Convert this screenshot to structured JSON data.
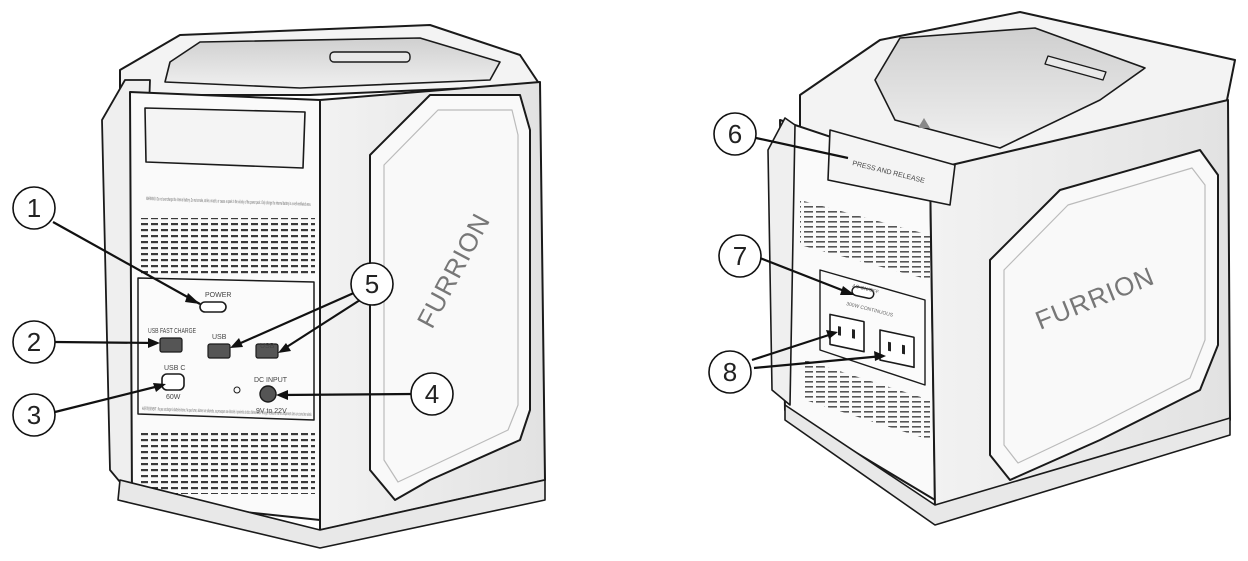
{
  "figure": {
    "callouts": [
      "1",
      "2",
      "3",
      "4",
      "5",
      "6",
      "7",
      "8"
    ],
    "unit_left": {
      "brand": "FURRION",
      "power_label": "POWER",
      "usb_fast_charge_label": "USB FAST CHARGE",
      "usb_label_1": "USB",
      "usb_label_2": "USB",
      "usb_c_label": "USB C",
      "usb_c_watt": "60W",
      "dc_input_label": "DC INPUT",
      "dc_input_range": "9V to 22V",
      "warning_text": "WARNING: Do not overcharge the internal battery. Do not smoke, strike a match, or cause a spark in the vicinity of the power pack. Only charge the internal battery in a well-ventilated area.",
      "avertissement_text": "AVERTISSEMENT : Ne pas surcharger la batterie interne. Ne pas fumer, allumer une allumette, ou provoquer une étincelle à proximité du bloc d'alimentation. Charger la batterie interne uniquement dans une zone bien aérée."
    },
    "unit_right": {
      "brand": "FURRION",
      "press_release_label": "PRESS AND RELEASE",
      "ac_label": "AC ON/OFF",
      "ac_rating": "300W CONTINUOUS"
    },
    "colors": {
      "line": "#1a1a1a",
      "body_fill": "#f7f7f7",
      "side_fill": "#ececec",
      "panel_fill": "#fafafa",
      "vent": "#3a3a3a",
      "accent_shadow": "#d8d8d8"
    }
  }
}
